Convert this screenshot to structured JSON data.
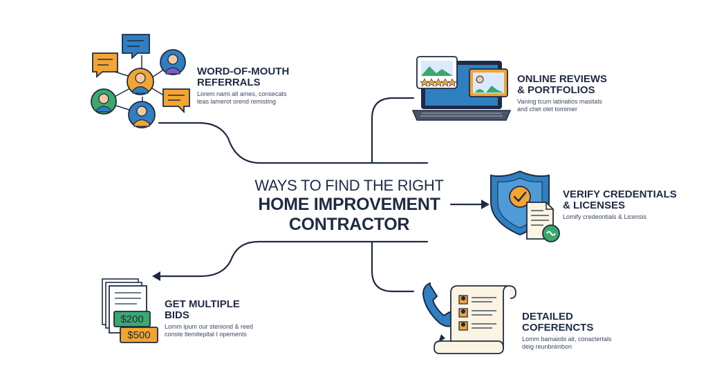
{
  "center": {
    "line1": "WAYS TO FIND THE RIGHT",
    "line2": "HOME IMPROVEMENT",
    "line3": "CONTRACTOR"
  },
  "nodes": {
    "referrals": {
      "title1": "WORD-OF-MOUTH",
      "title2": "REFERRALS",
      "desc1": "Lorem nami alt ames, consecats",
      "desc2": "teas lamerot orend remisting"
    },
    "reviews": {
      "title1": "ONLINE REVIEWS",
      "title2": "& PORTFOLIOS",
      "desc1": "Vaning tcum latinatios masitals",
      "desc2": "and chet otet tomimer"
    },
    "credentials": {
      "title1": "VERIFY CREDENTIALS",
      "title2": "& LICENSES",
      "desc1": "Lomify credeontials & Licensis"
    },
    "bids": {
      "title1": "GET MULTIPLE",
      "title2": "BIDS",
      "desc1": "Lomm ipum our steniond & reed",
      "desc2": "conste tlemitepital I opements",
      "amount1": "$200",
      "amount2": "$500"
    },
    "contracts": {
      "title1": "DETAILED",
      "title2": "COFERENCTS",
      "desc1": "Lomm bamaiobi ait, conactertals",
      "desc2": "deig reunbnimbon"
    }
  },
  "colors": {
    "navy": "#1f2a44",
    "blue": "#2f7fc1",
    "orange": "#f2a531",
    "green": "#3aa96b",
    "cream": "#fbf4e2"
  }
}
